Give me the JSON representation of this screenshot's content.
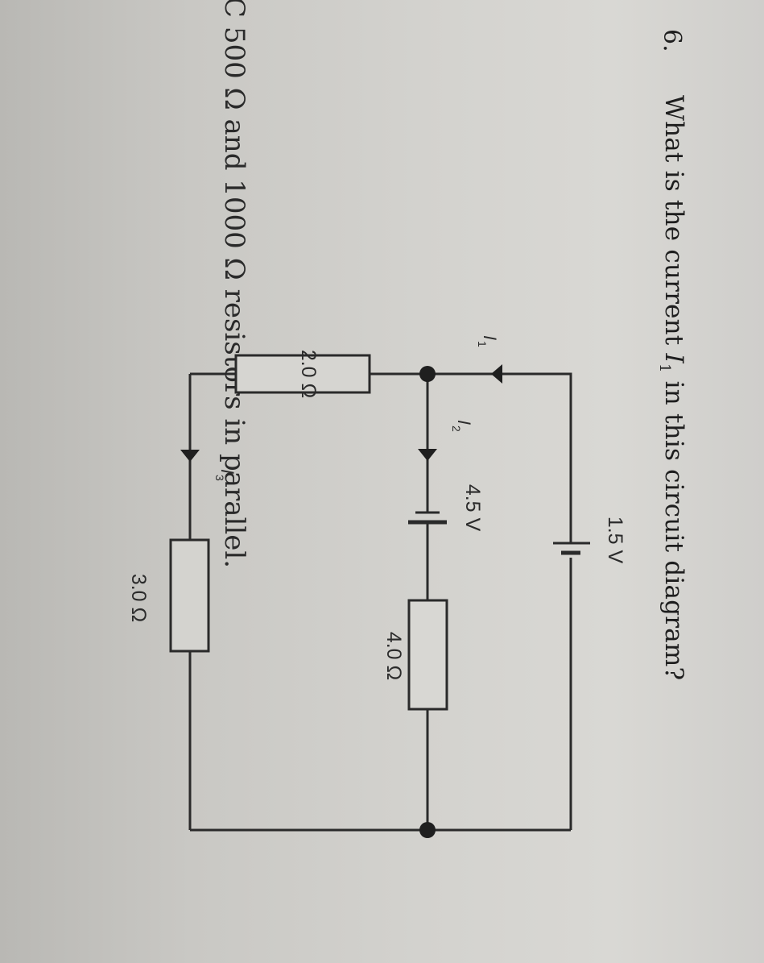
{
  "header_cut": "C 500 Ω and 1000 Ω resistors in parallel.",
  "question": {
    "number": "6.",
    "text_before": "What is the current ",
    "current_symbol": "I",
    "current_subscript": "1",
    "text_after": " in this circuit diagram?"
  },
  "circuit": {
    "battery_top": "1.5 V",
    "battery_middle": "4.5 V",
    "resistor_middle": "4.0 Ω",
    "resistor_left_top": "2.0 Ω",
    "resistor_left_bottom": "3.0 Ω",
    "current_1": {
      "symbol": "I",
      "sub": "1"
    },
    "current_2": {
      "symbol": "I",
      "sub": "2"
    },
    "current_3": {
      "symbol": "I",
      "sub": "3"
    }
  }
}
